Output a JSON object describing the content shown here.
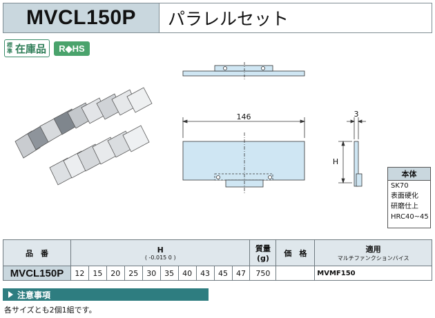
{
  "header": {
    "code": "MVCL150P",
    "name": "パラレルセット"
  },
  "badges": {
    "stock_small": "標準",
    "stock_big": "在庫品",
    "rohs": "R◆HS"
  },
  "drawing": {
    "width_dim": "146",
    "thickness_dim": "3",
    "height_dim": "H"
  },
  "material": {
    "title": "本体",
    "lines": [
      "SK70",
      "表面硬化",
      "研磨仕上",
      "HRC40~45"
    ]
  },
  "table": {
    "headers": {
      "part_no": "品　番",
      "h": "H",
      "h_tol": "( -0.015 0 )",
      "weight": "質量",
      "weight_unit": "(g)",
      "price": "価　格",
      "applicable": "適用",
      "applicable_sub": "マルチファンクションバイス"
    },
    "row": {
      "code": "MVCL150P",
      "h_values": [
        "12",
        "15",
        "20",
        "25",
        "30",
        "35",
        "40",
        "43",
        "45",
        "47"
      ],
      "weight": "750",
      "price": "",
      "model": "MVMF150"
    }
  },
  "notes": {
    "title": "注意事項",
    "text": "各サイズとも2個1組です。"
  }
}
